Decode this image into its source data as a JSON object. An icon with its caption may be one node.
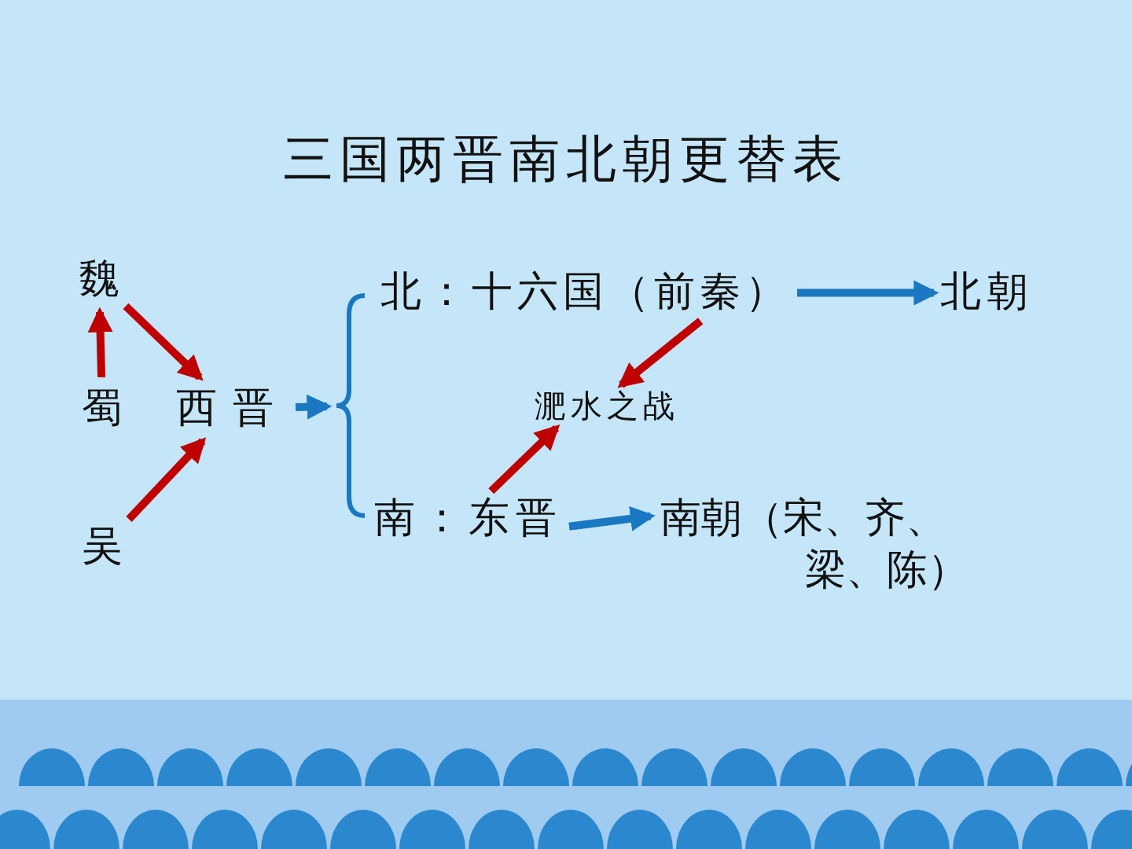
{
  "diagram": {
    "title": "三国两晋南北朝更替表",
    "nodes": [
      {
        "text": [
          "魏"
        ]
      },
      {
        "text": [
          "蜀"
        ]
      },
      {
        "text": [
          "西晋"
        ]
      },
      {
        "text": [
          "吴"
        ]
      },
      {
        "text": [
          "北：十六国（前秦）"
        ]
      },
      {
        "text": [
          "北朝"
        ]
      },
      {
        "text": [
          "淝水之战"
        ]
      },
      {
        "text": [
          "南：东晋"
        ]
      },
      {
        "text": [
          "南朝（宋、齐、梁、陈）"
        ]
      },
      {
        "text": [],
        "shape": "bracket"
      }
    ],
    "edges": [
      {
        "from": 1,
        "to": 0,
        "arrow": "to"
      },
      {
        "from": 0,
        "to": 2,
        "arrow": "to"
      },
      {
        "from": 3,
        "to": 2,
        "arrow": "to"
      },
      {
        "from": 2,
        "to": 9,
        "arrow": "to",
        "color": "#1a78c2"
      },
      {
        "from": 4,
        "to": 5,
        "arrow": "to",
        "color": "#1a78c2"
      },
      {
        "from": 4,
        "to": 6,
        "arrow": "to"
      },
      {
        "from": 7,
        "to": 6,
        "arrow": "to"
      },
      {
        "from": 7,
        "to": 8,
        "arrow": "to",
        "color": "#1a78c2"
      }
    ]
  }
}
